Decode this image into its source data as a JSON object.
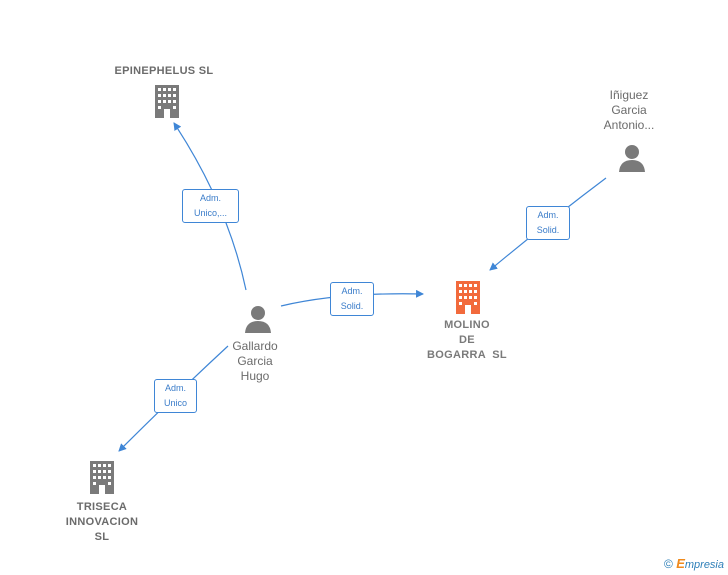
{
  "colors": {
    "edge": "#3f86d6",
    "company": "#7a7a7a",
    "focus_company": "#f26a3c",
    "person": "#7a7a7a",
    "label": "#6b6b6b"
  },
  "nodes": {
    "epinephelus": {
      "label": "EPINEPHELUS SL",
      "kind": "company"
    },
    "triseca": {
      "lines": [
        "TRISECA",
        "INNOVACION",
        "SL"
      ],
      "kind": "company"
    },
    "molino": {
      "lines": [
        "MOLINO",
        "DE",
        "BOGARRA  SL"
      ],
      "kind": "focus-company"
    },
    "gallardo": {
      "lines": [
        "Gallardo",
        "Garcia",
        "Hugo"
      ],
      "kind": "person"
    },
    "iniguez": {
      "lines": [
        "Iñiguez",
        "Garcia",
        "Antonio..."
      ],
      "kind": "person"
    }
  },
  "edges": [
    {
      "from": "gallardo",
      "to": "epinephelus",
      "label_lines": [
        "Adm.",
        "Unico,..."
      ]
    },
    {
      "from": "gallardo",
      "to": "molino",
      "label_lines": [
        "Adm.",
        "Solid."
      ]
    },
    {
      "from": "gallardo",
      "to": "triseca",
      "label_lines": [
        "Adm.",
        "Unico"
      ]
    },
    {
      "from": "iniguez",
      "to": "molino",
      "label_lines": [
        "Adm.",
        "Solid."
      ]
    }
  ],
  "footer": {
    "copyright_symbol": "©",
    "brand_initial": "E",
    "brand_rest": "mpresia"
  }
}
